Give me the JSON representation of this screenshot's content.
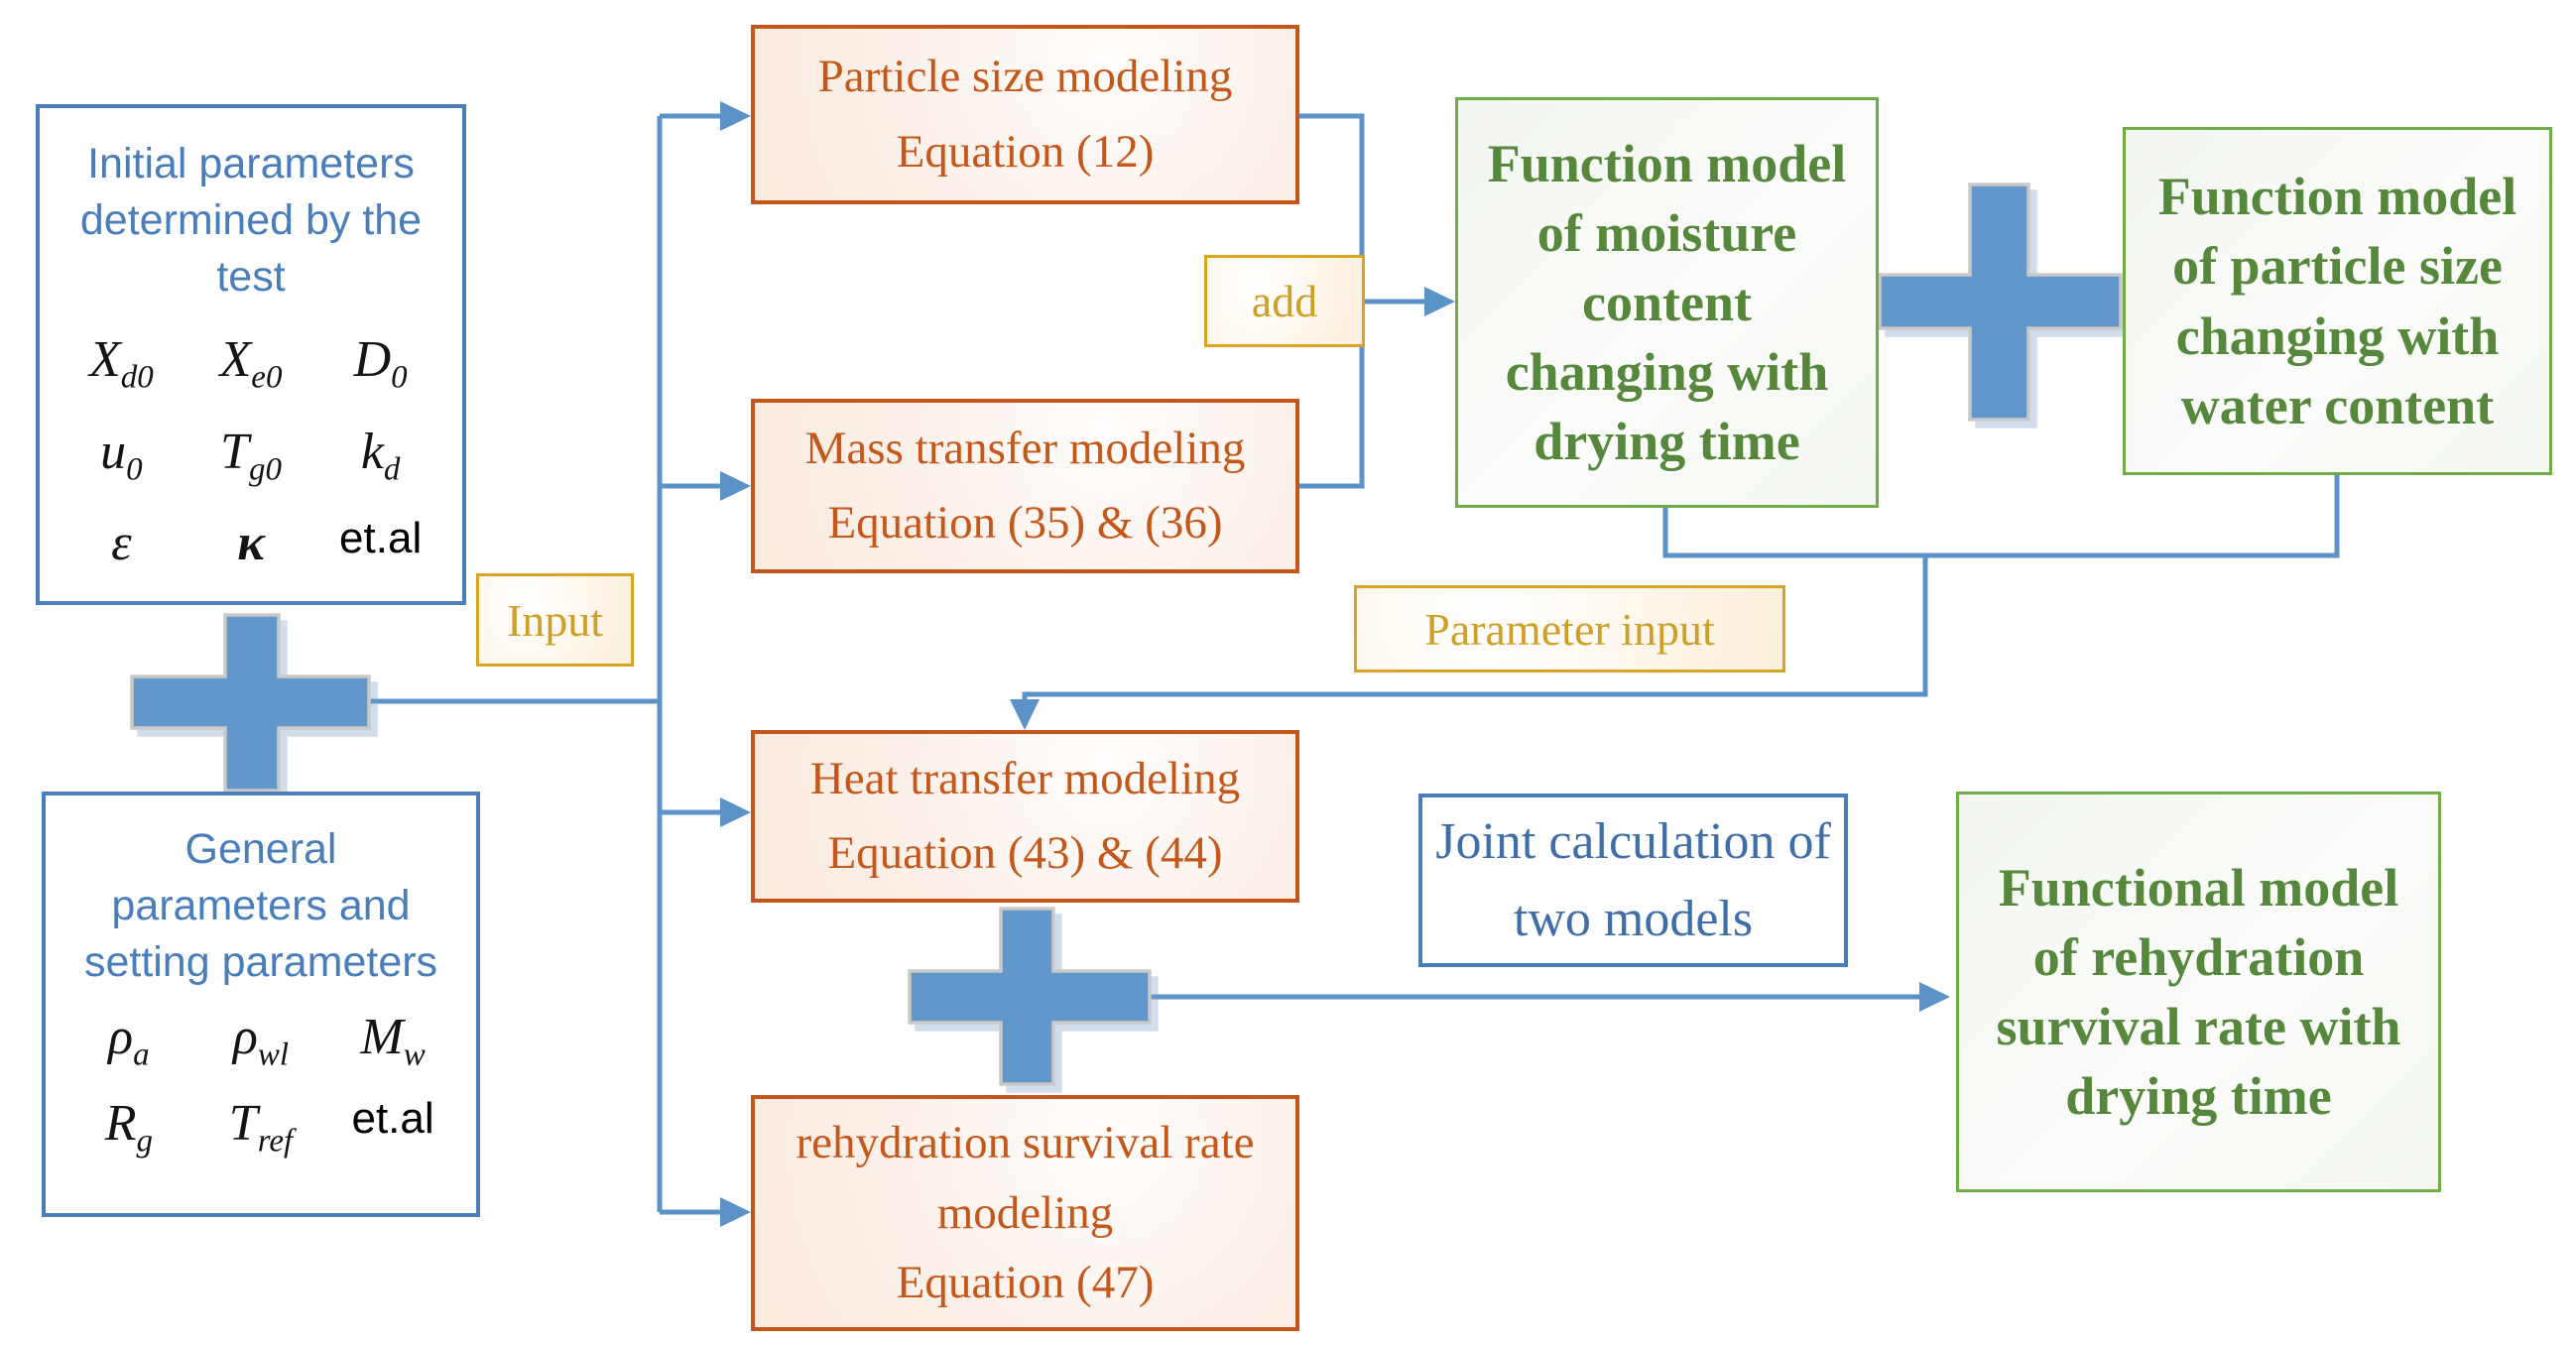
{
  "colors": {
    "blue_accent": "#4a7ebb",
    "line_blue": "#5b93c8",
    "orange_accent": "#c3571b",
    "green_accent": "#70ad47",
    "green_text": "#55883c",
    "gold_accent": "#d9a521"
  },
  "initial_box": {
    "lines": [
      "Initial parameters",
      "determined by the",
      "test"
    ],
    "symbols": [
      {
        "base": "X",
        "sub": "d0"
      },
      {
        "base": "X",
        "sub": "e0"
      },
      {
        "base": "D",
        "sub": "0"
      },
      {
        "base": "u",
        "sub": "0"
      },
      {
        "base": "T",
        "sub": "g0"
      },
      {
        "base": "k",
        "sub": "d"
      },
      {
        "base": "ε",
        "sub": ""
      },
      {
        "base": "κ",
        "sub": ""
      },
      {
        "base": "et.al",
        "sub": ""
      }
    ]
  },
  "general_box": {
    "lines": [
      "General",
      "parameters and",
      "setting parameters"
    ],
    "symbols": [
      {
        "base": "ρ",
        "sub": "a"
      },
      {
        "base": "ρ",
        "sub": "wl"
      },
      {
        "base": "M",
        "sub": "w"
      },
      {
        "base": "R",
        "sub": "g"
      },
      {
        "base": "T",
        "sub": "ref"
      },
      {
        "base": "et.al",
        "sub": ""
      }
    ]
  },
  "labels": {
    "input": "Input",
    "add": "add",
    "parameter_input": "Parameter input"
  },
  "particle_box": {
    "lines": [
      "Particle size modeling",
      "Equation (12)"
    ]
  },
  "mass_box": {
    "lines": [
      "Mass transfer modeling",
      "Equation (35) & (36)"
    ]
  },
  "heat_box": {
    "lines": [
      "Heat transfer modeling",
      "Equation (43) & (44)"
    ]
  },
  "rehydration_box": {
    "lines": [
      "rehydration survival rate",
      "modeling",
      "Equation (47)"
    ]
  },
  "moisture_model_box": {
    "lines": [
      "Function model",
      "of moisture",
      "content",
      "changing with",
      "drying time"
    ]
  },
  "particle_model_box": {
    "lines": [
      "Function model",
      "of particle size",
      "changing with",
      "water content"
    ]
  },
  "joint_box": {
    "lines": [
      "Joint calculation of",
      "two models"
    ]
  },
  "functional_model_box": {
    "lines": [
      "Functional model",
      "of rehydration",
      "survival rate with",
      "drying time"
    ]
  }
}
